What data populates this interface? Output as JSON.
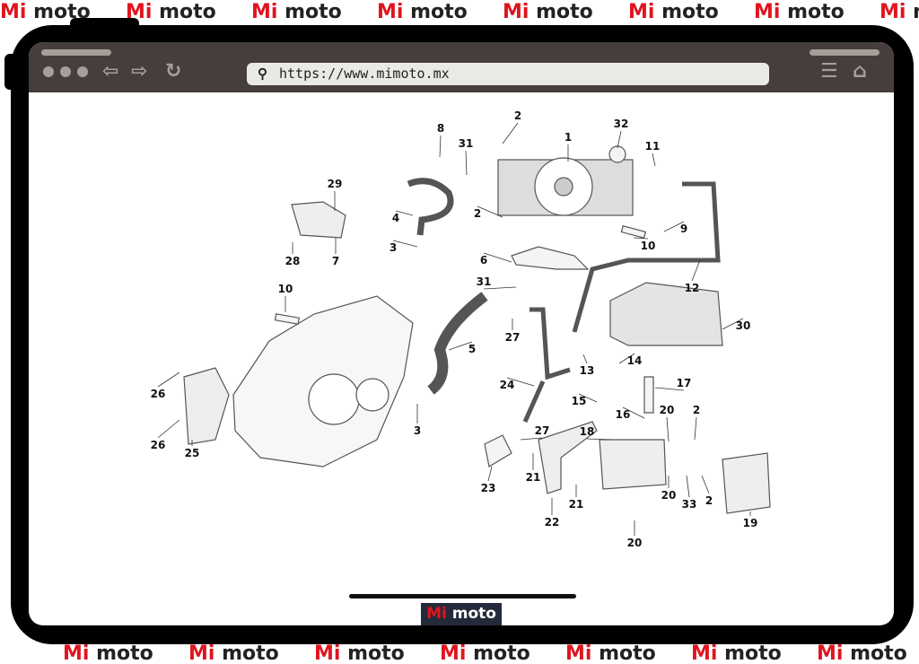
{
  "watermark": {
    "brand_red": "Mi",
    "brand_dark": "moto",
    "red": "#e0141e"
  },
  "browser": {
    "url": "https://www.mimoto.mx",
    "search_icon": "search-icon",
    "nav_icons": [
      "back-arrow-icon",
      "forward-arrow-icon",
      "reload-icon",
      "menu-icon",
      "home-icon"
    ]
  },
  "footer_logo": {
    "red": "Mi",
    "dark": "moto"
  },
  "diagram": {
    "callouts": [
      "1",
      "2",
      "32",
      "11",
      "8",
      "31",
      "29",
      "4",
      "2",
      "9",
      "10",
      "3",
      "28",
      "7",
      "6",
      "31",
      "12",
      "10",
      "30",
      "27",
      "5",
      "13",
      "14",
      "24",
      "17",
      "15",
      "16",
      "20",
      "2",
      "26",
      "26",
      "3",
      "27",
      "18",
      "25",
      "21",
      "23",
      "20",
      "33",
      "2",
      "21",
      "22",
      "19",
      "20"
    ]
  }
}
